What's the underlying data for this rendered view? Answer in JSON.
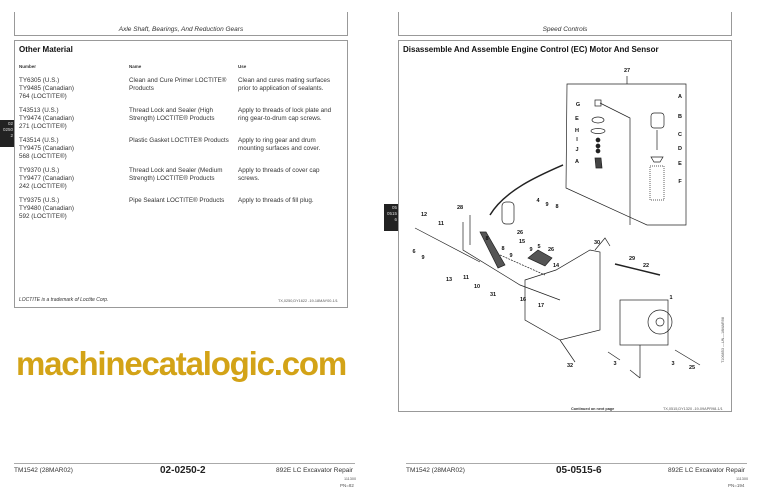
{
  "left_page": {
    "section_header": "Axle Shaft, Bearings, And Reduction Gears",
    "title": "Other Material",
    "side_tab": [
      "02",
      "0250",
      "2"
    ],
    "columns": [
      "Number",
      "Name",
      "Use"
    ],
    "rows": [
      {
        "number": "TY6305 (U.S.)\nTY9485 (Canadian)\n764 (LOCTITE®)",
        "name": "Clean and Cure Primer LOCTITE®\nProducts",
        "use": "Clean and cures mating surfaces\nprior to application of sealants."
      },
      {
        "number": "T43513 (U.S.)\nTY9474 (Canadian)\n271 (LOCTITE®)",
        "name": "Thread Lock and Sealer (High\nStrength) LOCTITE® Products",
        "use": "Apply to threads of lock plate and\nring gear-to-drum cap screws."
      },
      {
        "number": "T43514 (U.S.)\nTY9475 (Canadian)\n568 (LOCTITE®)",
        "name": "Plastic Gasket LOCTITE® Products",
        "use": "Apply to ring gear and drum\nmounting surfaces and cover."
      },
      {
        "number": "TY9370 (U.S.)\nTY9477 (Canadian)\n242 (LOCTITE®)",
        "name": "Thread Lock and Sealer (Medium\nStrength) LOCTITE® Products",
        "use": "Apply to threads of cover cap\nscrews."
      },
      {
        "number": "TY9375 (U.S.)\nTY9480 (Canadian)\n592 (LOCTITE®)",
        "name": "Pipe Sealant LOCTITE® Products",
        "use": "Apply to threads of fill plug."
      }
    ],
    "trademark_note": "LOCTITE is a trademark of Loctite Corp.",
    "ref_code": "TX,0250,DY1622   -19-18MAY00-1/1",
    "footer": {
      "manual": "TM1542 (28MAR02)",
      "page": "02-0250-2",
      "model": "892E LC Excavator Repair",
      "small": "111300",
      "pn": "PN=82"
    }
  },
  "right_page": {
    "section_header": "Speed Controls",
    "title": "Disassemble And Assemble Engine Control (EC) Motor And Sensor",
    "side_tab": [
      "05",
      "0515",
      "6"
    ],
    "figure_id": "T106853 —UN—18MAR98",
    "diagram_labels": [
      "27",
      "A",
      "B",
      "C",
      "D",
      "E",
      "F",
      "G",
      "E",
      "H",
      "I",
      "J",
      "A",
      "12",
      "28",
      "11",
      "4",
      "9",
      "8",
      "26",
      "5",
      "26",
      "15",
      "9",
      "6",
      "9",
      "8",
      "8",
      "9",
      "13",
      "11",
      "10",
      "31",
      "16",
      "17",
      "14",
      "30",
      "29",
      "22",
      "1",
      "32",
      "3",
      "3",
      "25"
    ],
    "continued": "Continued on next page",
    "ref_code": "TX,0515,DY1320   -19-09APR98-1/1",
    "footer": {
      "manual": "TM1542 (28MAR02)",
      "page": "05-0515-6",
      "model": "892E LC Excavator Repair",
      "small": "111300",
      "pn": "PN=194"
    }
  },
  "watermark": "machinecatalogic.com",
  "colors": {
    "watermark": "#d3a317"
  }
}
